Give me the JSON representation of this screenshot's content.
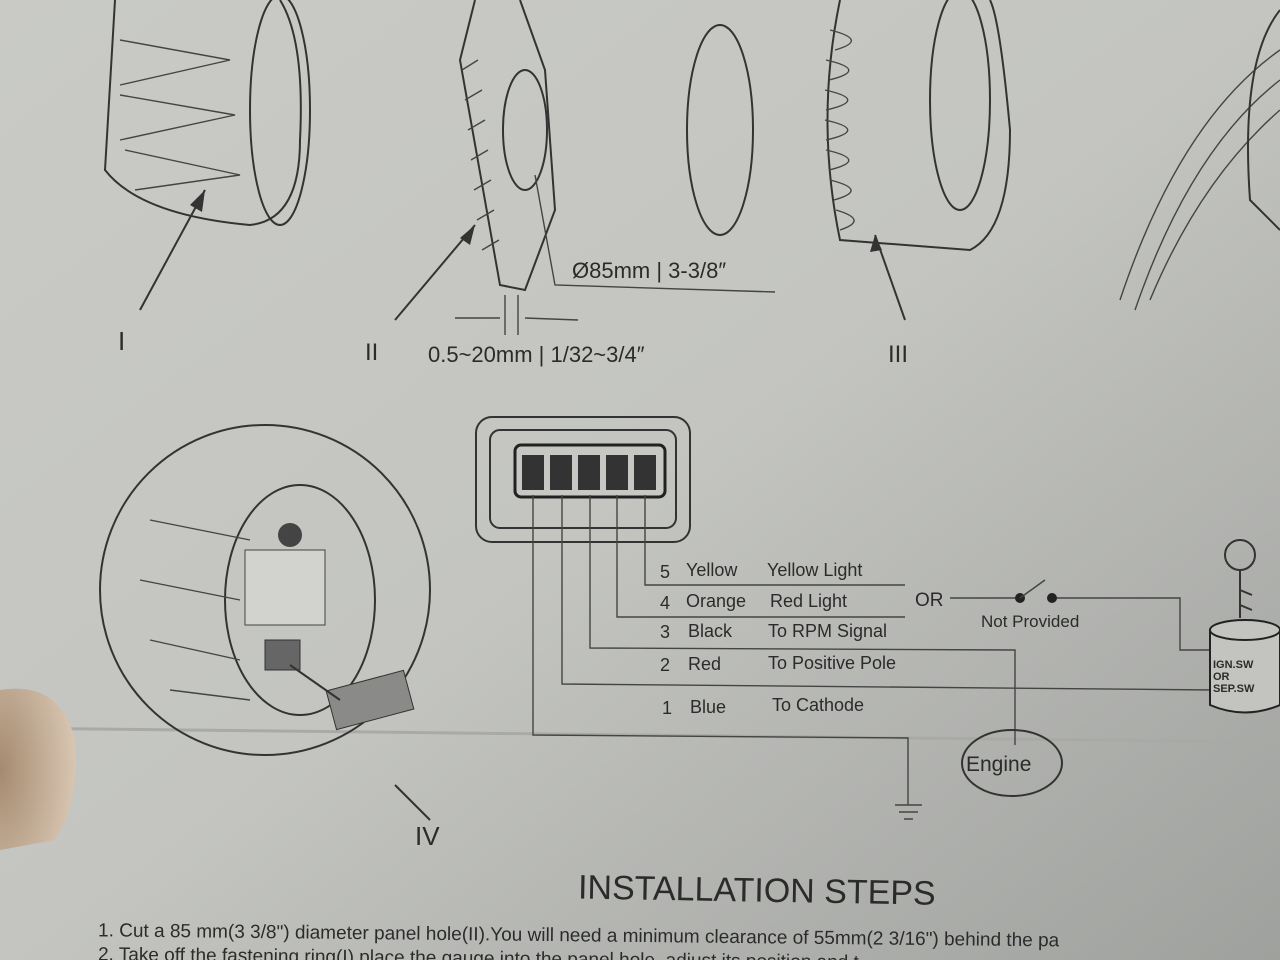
{
  "parts": {
    "label_1": "I",
    "label_2": "II",
    "label_3": "III",
    "label_4": "IV",
    "hole_diameter": "Ø85mm | 3-3/8″",
    "panel_thickness": "0.5~20mm | 1/32~3/4″"
  },
  "wiring": {
    "pins": [
      {
        "num": "5",
        "color": "Yellow",
        "function": "Yellow Light"
      },
      {
        "num": "4",
        "color": "Orange",
        "function": "Red Light"
      },
      {
        "num": "3",
        "color": "Black",
        "function": "To RPM Signal"
      },
      {
        "num": "2",
        "color": "Red",
        "function": "To Positive Pole"
      },
      {
        "num": "1",
        "color": "Blue",
        "function": "To Cathode"
      }
    ],
    "or_label": "OR",
    "switch_note": "Not Provided",
    "ignition_label_1": "IGN.SW",
    "ignition_label_2": "OR",
    "ignition_label_3": "SEP.SW",
    "engine_label": "Engine"
  },
  "instructions": {
    "title": "INSTALLATION STEPS",
    "steps": [
      "1. Cut a 85 mm(3 3/8\") diameter panel hole(II).You will need a minimum clearance of 55mm(2 3/16\") behind the pa",
      "2. Take off the fastening ring(I) place the gauge into the panel hole, adjust its position and t"
    ]
  }
}
